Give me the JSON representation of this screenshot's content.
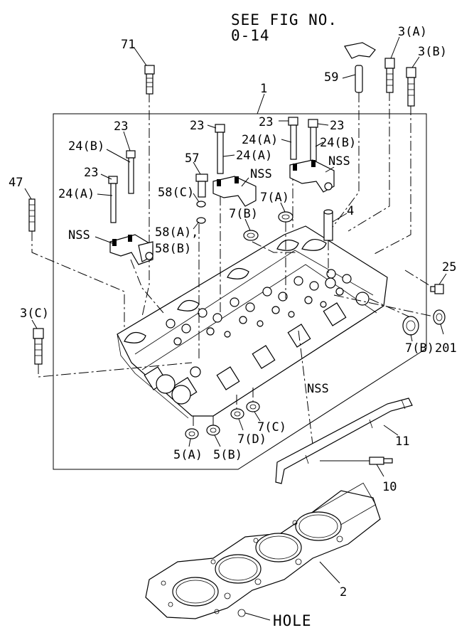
{
  "header": {
    "see_fig": "SEE FIG NO.",
    "fig_no": "0-14"
  },
  "labels": {
    "p71": "71",
    "p59": "59",
    "p3a": "3(A)",
    "p3b": "3(B)",
    "p1": "1",
    "p23_left": "23",
    "p24b_left": "24(B)",
    "p23_left2": "23",
    "p24a_left": "24(A)",
    "p47": "47",
    "nss_left": "NSS",
    "p23_mid": "23",
    "p24a_mid": "24(A)",
    "p57": "57",
    "nss_mid": "NSS",
    "p58c": "58(C)",
    "p58a": "58(A),",
    "p58b": "58(B)",
    "p7b_top": "7(B)",
    "p7a": "7(A)",
    "p23_r1": "23",
    "p23_r2": "23",
    "p24a_right": "24(A)",
    "p24b_right": "24(B)",
    "nss_right": "NSS",
    "p4": "4",
    "p25": "25",
    "p3c": "3(C)",
    "p7b_right": "7(B)",
    "p201": "201",
    "nss_bottom": "NSS",
    "p5a": "5(A)",
    "p5b": "5(B)",
    "p7d": "7(D)",
    "p7c": "7(C)",
    "p11": "11",
    "p10": "10",
    "p2": "2",
    "hole": "HOLE"
  }
}
